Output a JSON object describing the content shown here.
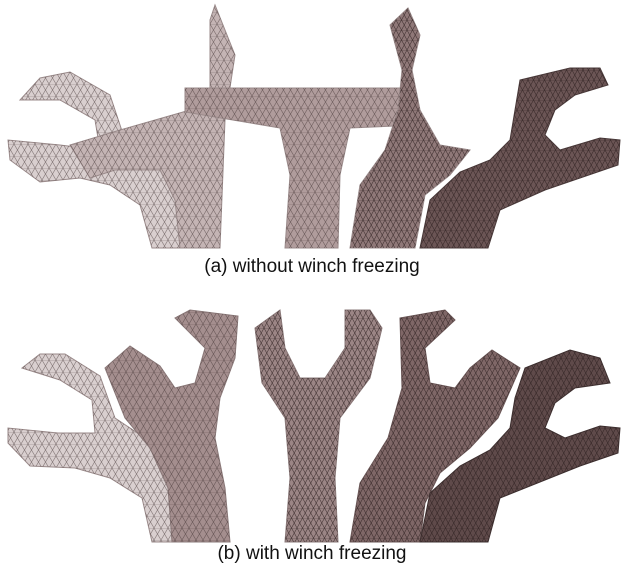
{
  "figure": {
    "panel_a": {
      "caption": "(a) without winch freezing",
      "shapes": [
        {
          "shade": "#d9cfcf",
          "label_icon": "mesh-shape-1"
        },
        {
          "shade": "#c9baba",
          "label_icon": "mesh-shape-2"
        },
        {
          "shade": "#b7a5a5",
          "label_icon": "mesh-shape-3"
        },
        {
          "shade": "#9b8585",
          "label_icon": "mesh-shape-4"
        },
        {
          "shade": "#7f6767",
          "label_icon": "mesh-shape-5"
        },
        {
          "shade": "#5f4a4a",
          "label_icon": "mesh-shape-6"
        }
      ]
    },
    "panel_b": {
      "caption": "(b) with winch freezing",
      "shapes": [
        {
          "shade": "#d9cfcf",
          "label_icon": "mesh-shape-1"
        },
        {
          "shade": "#a99494",
          "label_icon": "mesh-shape-2"
        },
        {
          "shade": "#9b8585",
          "label_icon": "mesh-shape-3"
        },
        {
          "shade": "#7f6767",
          "label_icon": "mesh-shape-4"
        },
        {
          "shade": "#5f4a4a",
          "label_icon": "mesh-shape-5"
        }
      ]
    },
    "colors": {
      "mesh_line": "#3a2c2c",
      "outline": "#9a8a8a",
      "caption_text": "#111111"
    }
  }
}
